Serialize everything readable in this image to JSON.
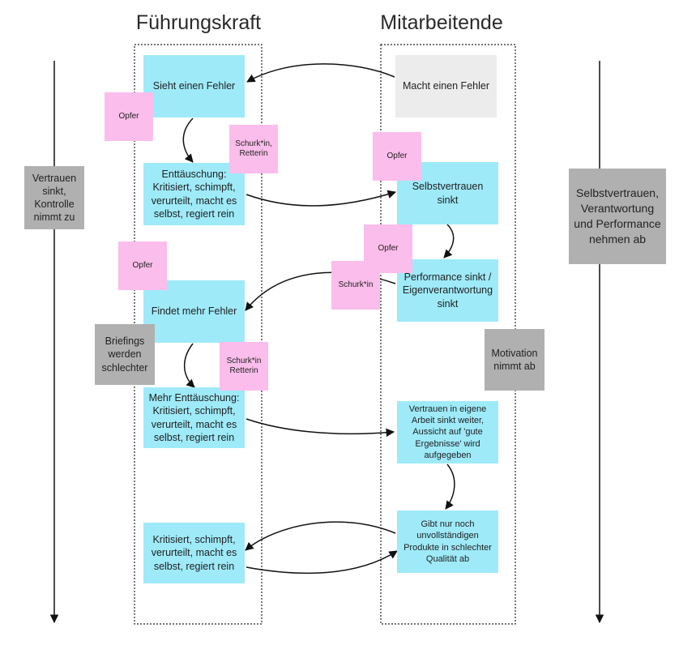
{
  "headings": {
    "leader": "Führungskraft",
    "employee": "Mitarbeitende"
  },
  "leader_boxes": [
    "Sieht einen Fehler",
    "Enttäuschung: Kritisiert, schimpft, verurteilt, macht es selbst, regiert rein",
    "Findet mehr Fehler",
    "Mehr Enttäuschung: Kritisiert, schimpft, verurteilt, macht es selbst, regiert rein",
    "Kritisiert, schimpft, verurteilt, macht es selbst, regiert rein"
  ],
  "employee_boxes": [
    "Macht einen Fehler",
    "Selbstvertrauen sinkt",
    "Performance sinkt / Eigenverantwortung sinkt",
    "Vertrauen in eigene Arbeit sinkt weiter, Aussicht auf 'gute Ergebnisse' wird aufgegeben",
    "Gibt nur noch unvollständigen Produkte in schlechter Qualität ab"
  ],
  "role_notes": [
    "Opfer",
    "Schurk*in, Retterin",
    "Opfer",
    "Opfer",
    "Schurk*in",
    "Opfer",
    "Schurk*in Retterin"
  ],
  "side_notes": {
    "left_trend": "Vertrauen sinkt, Kontrolle nimmt zu",
    "briefings": "Briefings werden schlechter",
    "motivation": "Motivation nimmt ab",
    "right_trend": "Selbstvertrauen, Verantwortung und Performance nehmen ab"
  },
  "colors": {
    "process_box": "#9eeaf9",
    "start_box": "#ececec",
    "role_note": "#fbbdeb",
    "side_note": "#b0b0b0",
    "line": "#111111"
  }
}
